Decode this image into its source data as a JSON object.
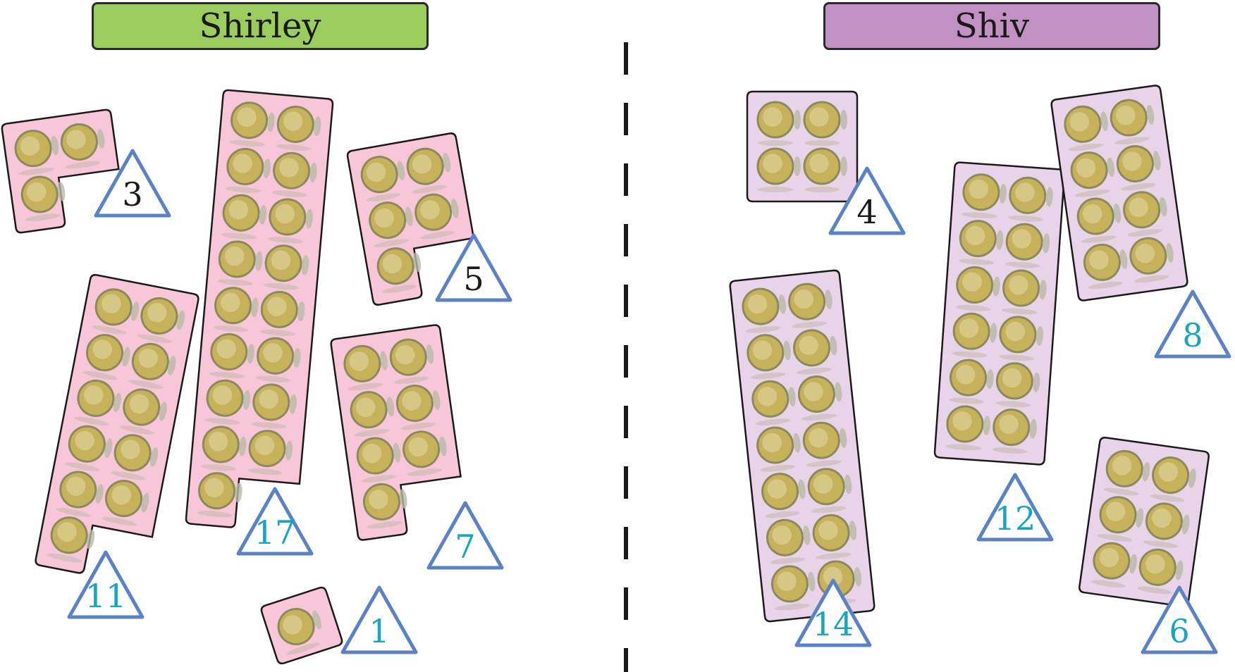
{
  "people": [
    {
      "name": "Shirley",
      "header_color": "#9ccc5e",
      "card_color": "#f7c6d8",
      "strips": [
        {
          "count": 3,
          "label_color": "#1a1a1a"
        },
        {
          "count": 17,
          "label_color": "#18a5c0"
        },
        {
          "count": 5,
          "label_color": "#1a1a1a"
        },
        {
          "count": 11,
          "label_color": "#18a5c0"
        },
        {
          "count": 7,
          "label_color": "#18a5c0"
        },
        {
          "count": 1,
          "label_color": "#18a5c0"
        }
      ]
    },
    {
      "name": "Shiv",
      "header_color": "#c291c3",
      "card_color": "#e8d3e8",
      "strips": [
        {
          "count": 4,
          "label_color": "#1a1a1a"
        },
        {
          "count": 12,
          "label_color": "#18a5c0"
        },
        {
          "count": 8,
          "label_color": "#18a5c0"
        },
        {
          "count": 14,
          "label_color": "#18a5c0"
        },
        {
          "count": 6,
          "label_color": "#18a5c0"
        }
      ]
    }
  ],
  "colors": {
    "triangle_border": "#5b82c4",
    "divider": "#1a1a1a",
    "pill_fill": "#c6b25a",
    "pill_rim": "#8c8a5a"
  }
}
